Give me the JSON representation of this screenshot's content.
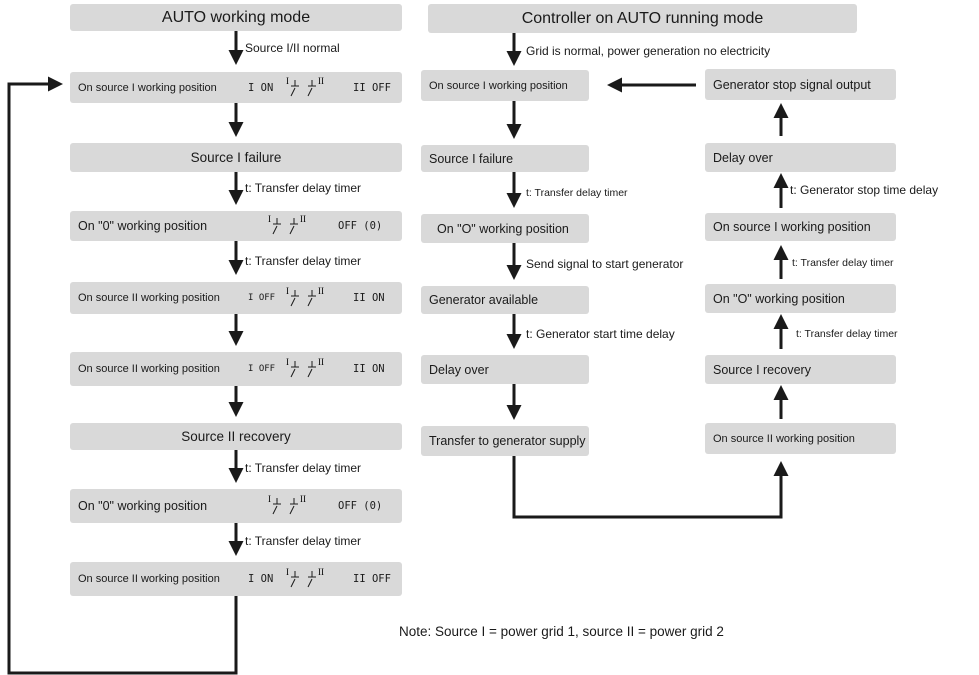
{
  "left": {
    "title": "AUTO working mode",
    "start_label": "Source I/II normal",
    "steps": [
      {
        "label": "On source I working position",
        "state_left": "I ON",
        "state_right": "II OFF"
      },
      {
        "label": "Source I failure"
      },
      {
        "label": "On \"0\" working position",
        "state_right": "OFF (0)"
      },
      {
        "label": "On source II working position",
        "state_left": "I OFF",
        "state_right": "II ON"
      },
      {
        "label": "On source II working position",
        "state_left": "I OFF",
        "state_right": "II ON"
      },
      {
        "label": "Source II recovery"
      },
      {
        "label": "On \"0\" working position",
        "state_right": "OFF (0)"
      },
      {
        "label": "On source II working position",
        "state_left": "I ON",
        "state_right": "II OFF"
      }
    ],
    "transitions": [
      "t: Transfer delay timer",
      "t: Transfer delay timer",
      "t: Transfer delay timer",
      "t: Transfer delay timer"
    ]
  },
  "right": {
    "title": "Controller on AUTO running mode",
    "start_label": "Grid is normal, power generation no electricity",
    "col_a": [
      "On source I working position",
      "Source I failure",
      "On \"O\" working position",
      "Generator available",
      "Delay over",
      "Transfer to generator supply"
    ],
    "col_a_transitions": [
      "t: Transfer delay timer",
      "Send signal to start generator",
      "t: Generator start time delay"
    ],
    "col_b": [
      "Generator stop signal output",
      "Delay over",
      "On source I working position",
      "On \"O\" working position",
      "Source I recovery",
      "On source II working position"
    ],
    "col_b_transitions": [
      "t: Generator stop time delay",
      "t: Transfer delay timer",
      "t: Transfer delay timer"
    ]
  },
  "switch": {
    "pole_a": "I",
    "pole_b": "II"
  },
  "note": "Note: Source I = power grid 1, source II = power grid 2"
}
